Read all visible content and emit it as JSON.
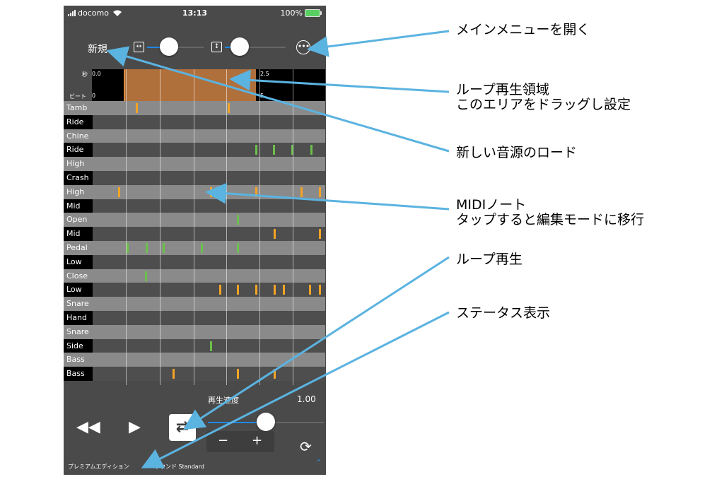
{
  "status_bar": {
    "carrier": "docomo",
    "time": "13:13",
    "battery": "100%"
  },
  "toolbar": {
    "new_label": "新規",
    "h_zoom_icon": "horizontal-resize-icon",
    "v_zoom_icon": "vertical-resize-icon",
    "menu_icon": "more-icon"
  },
  "timeline": {
    "sec_label": "秒",
    "beat_label": "ビート",
    "sec_start": "0.0",
    "sec_mark": "2.5",
    "beat_start": "0",
    "beat_mark": "5"
  },
  "tracks": [
    {
      "name": "Tamb"
    },
    {
      "name": "Ride"
    },
    {
      "name": "Chine"
    },
    {
      "name": "Ride"
    },
    {
      "name": "High"
    },
    {
      "name": "Crash"
    },
    {
      "name": "High"
    },
    {
      "name": "Mid"
    },
    {
      "name": "Open"
    },
    {
      "name": "Mid"
    },
    {
      "name": "Pedal"
    },
    {
      "name": "Low"
    },
    {
      "name": "Close"
    },
    {
      "name": "Low"
    },
    {
      "name": "Snare"
    },
    {
      "name": "Hand"
    },
    {
      "name": "Snare"
    },
    {
      "name": "Side"
    },
    {
      "name": "Bass"
    },
    {
      "name": "Bass"
    }
  ],
  "controls": {
    "speed_label": "再生速度",
    "speed_value": "1.00",
    "minus": "−",
    "plus": "+"
  },
  "footer": {
    "edition": "プレミアムエディション",
    "sound": "サウンド Standard"
  },
  "annotations": {
    "menu": "メインメニューを開く",
    "loop_area_1": "ループ再生領域",
    "loop_area_2": "このエリアをドラッグし設定",
    "load": "新しい音源のロード",
    "midi_1": "MIDIノート",
    "midi_2": "タップすると編集モードに移行",
    "loop_play": "ループ再生",
    "status": "ステータス表示"
  },
  "colors": {
    "orange_note": "#f4a425",
    "green_note": "#6cc04a",
    "accent_blue": "#2a8bd8",
    "arrow": "#5bb3e0"
  }
}
